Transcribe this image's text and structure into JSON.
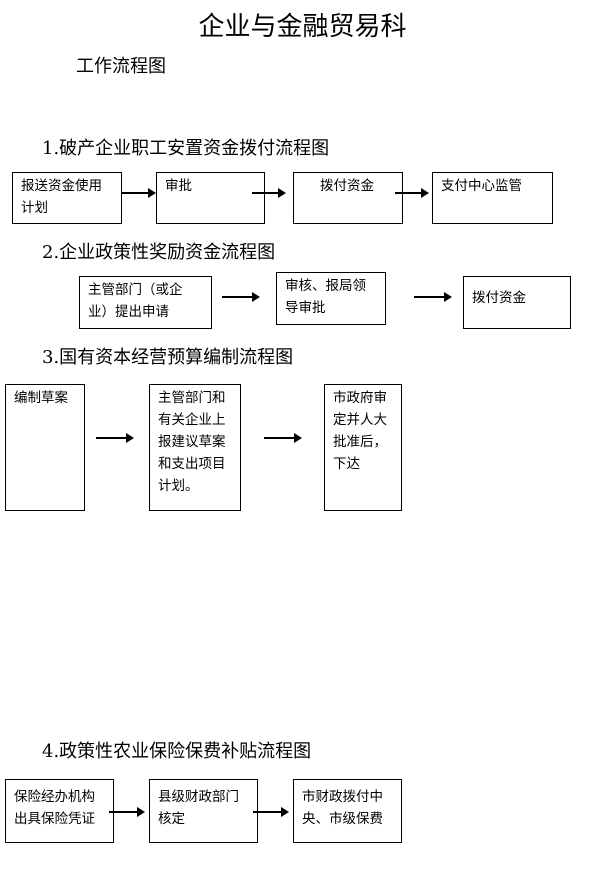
{
  "document": {
    "title": "企业与金融贸易科",
    "subtitle": "工作流程图"
  },
  "sections": [
    {
      "heading": "1.破产企业职工安置资金拨付流程图",
      "steps": [
        "报送资金使用计划",
        "审批",
        "拨付资金",
        "支付中心监管"
      ]
    },
    {
      "heading": "2.企业政策性奖励资金流程图",
      "steps": [
        "主管部门（或企业）提出申请",
        "审核、报局领导审批",
        "拨付资金"
      ]
    },
    {
      "heading": "3.国有资本经营预算编制流程图",
      "steps": [
        "编制草案",
        "主管部门和有关企业上报建议草案和支出项目计划。",
        "市政府审定并人大批准后，下达"
      ]
    },
    {
      "heading": "4.政策性农业保险保费补贴流程图",
      "steps": [
        "保险经办机构出具保险凭证",
        "县级财政部门核定",
        "市财政拨付中央、市级保费"
      ]
    }
  ]
}
